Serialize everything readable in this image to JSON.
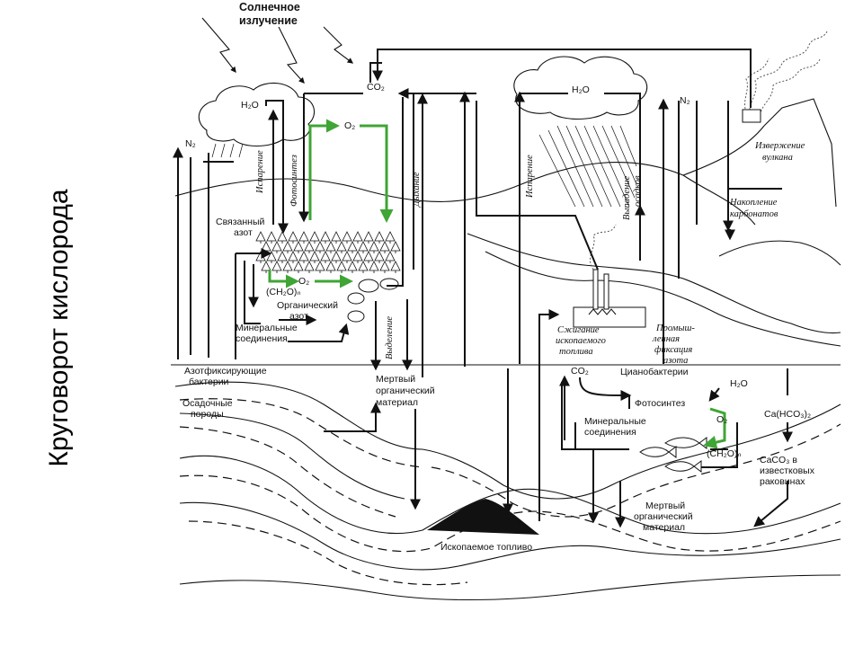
{
  "title": "Круговорот кислорода",
  "labels": {
    "solar": [
      "Солнечное",
      "излучение"
    ],
    "co2_top": "CO₂",
    "h2o_left": "H₂O",
    "h2o_right": "H₂O",
    "n2_left": "N₂",
    "n2_right": "N₂",
    "o2_top": "O₂",
    "o2_low": "O₂",
    "evap_left": "Испарение",
    "photosynthesis": "Фотосинтез",
    "respiration": "Дыхание",
    "evap_mid": "Испарение",
    "precipitation": [
      "Выпадение",
      "осадков"
    ],
    "volcano": [
      "Извержение",
      "вулкана"
    ],
    "carbonates": [
      "Накопление",
      "карбонатов"
    ],
    "bound_n": [
      "Связанный",
      "азот"
    ],
    "ch2o_left": "(CH₂O)ₙ",
    "organic_n": [
      "Органический",
      "азот"
    ],
    "minerals_left": [
      "Минеральные",
      "соединения"
    ],
    "excretion": "Выделение",
    "fuel_burn": [
      "Сжигание",
      "ископаемого",
      "топлива"
    ],
    "industrial_n": [
      "Промыш-",
      "ленная",
      "фиксация",
      "азота"
    ],
    "n_fix_bacteria": [
      "Азотфиксирующие",
      "бактерии"
    ],
    "sediments": [
      "Осадочные",
      "породы"
    ],
    "dead_left": [
      "Мертвый",
      "органический",
      "материал"
    ],
    "co2_sea": "CO₂",
    "cyanobacteria": "Цианобактерии",
    "h2o_sea": "H₂O",
    "photosynthesis_sea": "Фотосинтез",
    "o2_sea": "O₂",
    "minerals_sea": [
      "Минеральные",
      "соединения"
    ],
    "ca_hco3": "Ca(HCO₃)₂",
    "ch2o_sea": "(CH₂O)ₙ",
    "caco3": [
      "CaCO₃ в",
      "известковых",
      "раковинах"
    ],
    "dead_sea": [
      "Мертвый",
      "органический",
      "материал"
    ],
    "fossil_fuel": "Ископаемое топливо"
  },
  "colors": {
    "line": "#111111",
    "oxygen": "#3fa535",
    "background": "#ffffff"
  }
}
